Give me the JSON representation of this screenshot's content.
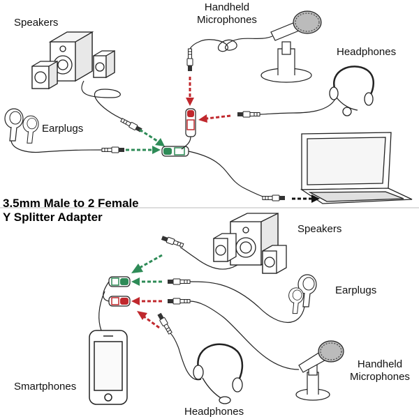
{
  "top": {
    "speakers": "Speakers",
    "earplugs": "Earplugs",
    "handheld_mic_line1": "Handheld",
    "handheld_mic_line2": "Microphones",
    "headphones": "Headphones"
  },
  "title": {
    "line1": "3.5mm Male to 2 Female",
    "line2": "Y Splitter Adapter"
  },
  "bottom": {
    "speakers": "Speakers",
    "earplugs": "Earplugs",
    "handheld_mic_line1": "Handheld",
    "handheld_mic_line2": "Microphones",
    "smartphones": "Smartphones",
    "headphones": "Headphones"
  },
  "colors": {
    "green": "#2e8b57",
    "red": "#c0282d",
    "dark": "#222222"
  }
}
